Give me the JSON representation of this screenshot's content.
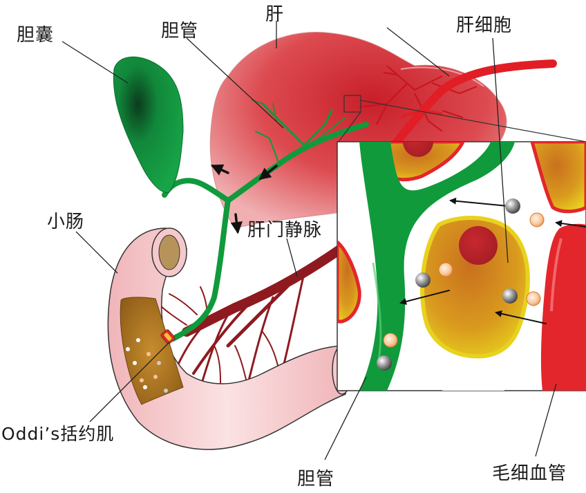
{
  "labels": {
    "gallbladder": "胆囊",
    "bile_duct_top": "胆管",
    "liver": "肝",
    "hepatocyte": "肝细胞",
    "small_intestine": "小肠",
    "portal_vein": "肝门静脉",
    "oddi": "Oddi’s括约肌",
    "bile_duct_bottom": "胆管",
    "capillary": "毛细血管"
  },
  "colors": {
    "bile_green": "#109a3c",
    "artery_red": "#e3262b",
    "vein_dark_red": "#8e1a1f",
    "liver_red": "#d7464a",
    "intestine_pink": "#f5c9cc",
    "cell_yellow": "#e8d21e",
    "cell_orange": "#d8801e"
  }
}
